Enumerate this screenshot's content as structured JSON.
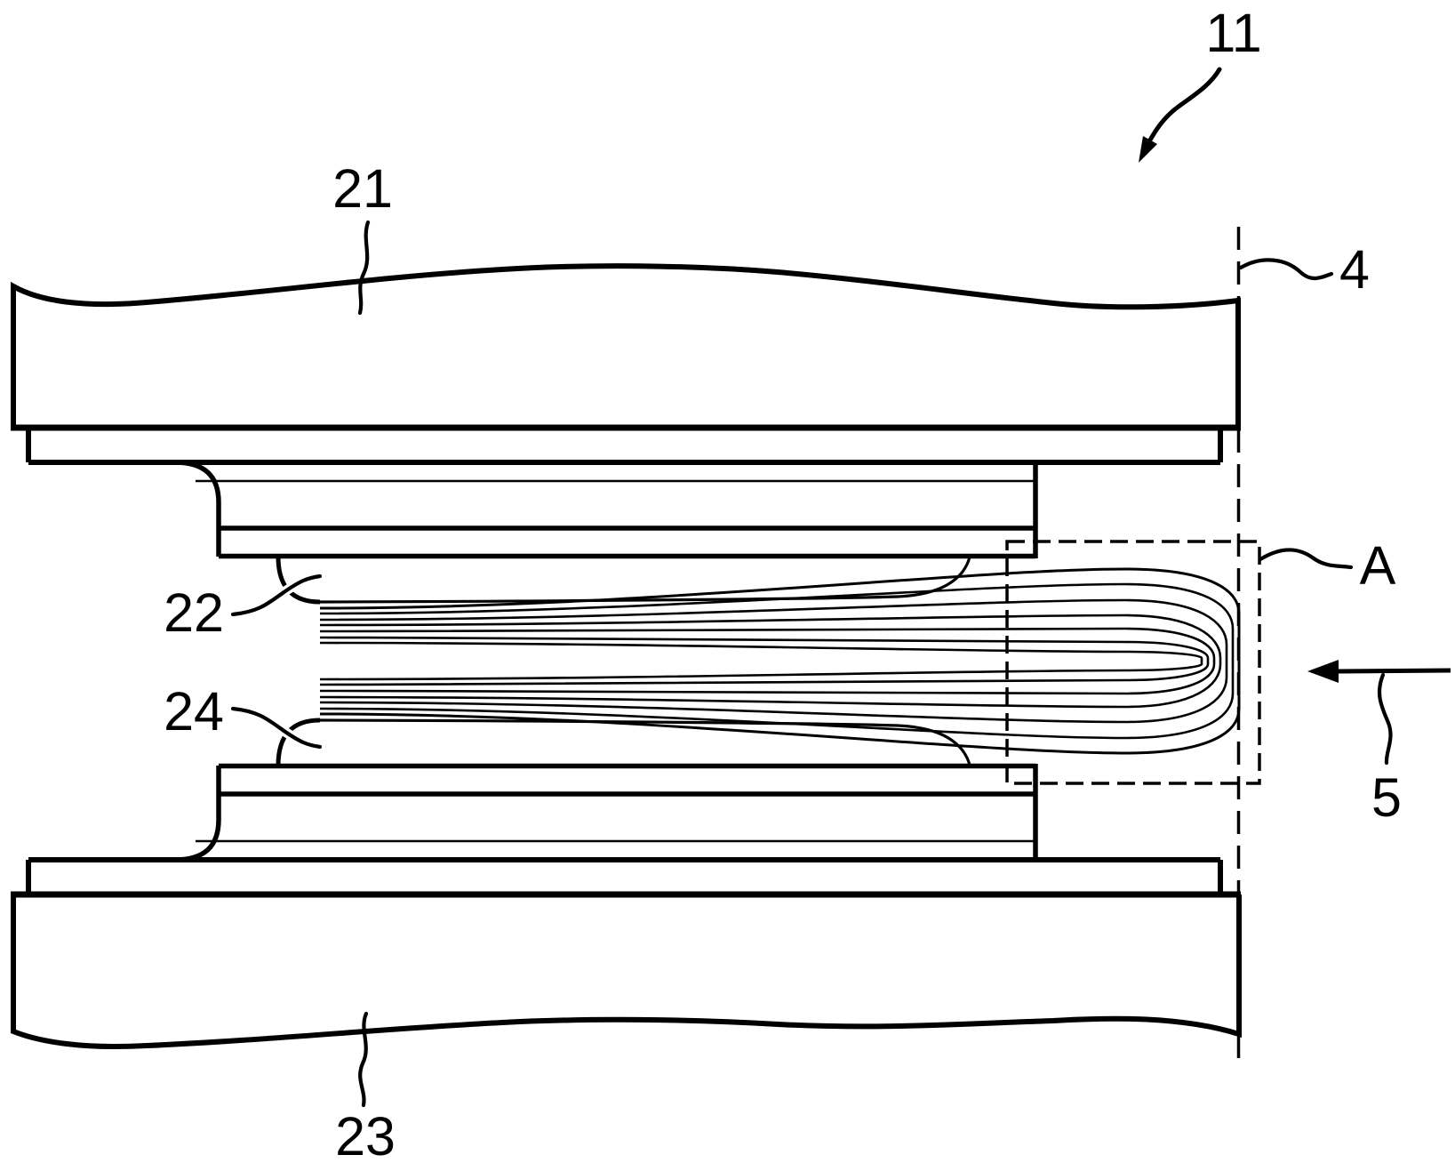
{
  "figure": {
    "kind": "patent cross-section line drawing",
    "background_color": "#ffffff",
    "ink_color": "#000000"
  },
  "labels": {
    "n11": "11",
    "n21": "21",
    "n22": "22",
    "n23": "23",
    "n24": "24",
    "n4": "4",
    "n5": "5",
    "nA": "A"
  }
}
